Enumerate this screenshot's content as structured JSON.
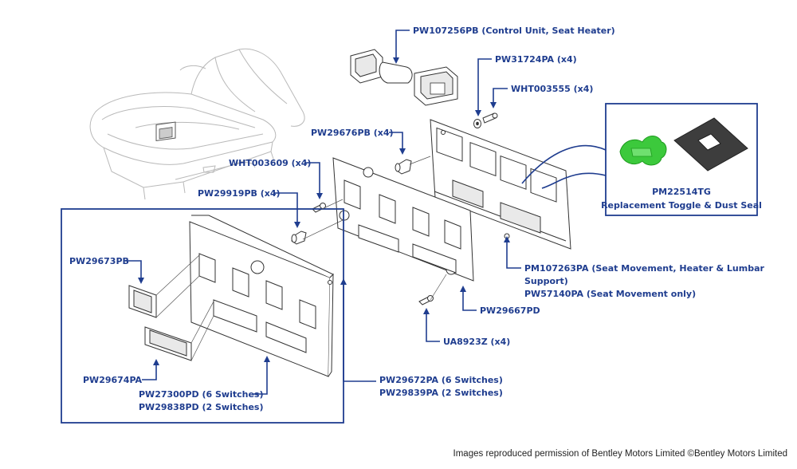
{
  "labels": {
    "control_unit": "PW107256PB (Control Unit, Seat Heater)",
    "pw31724pa": "PW31724PA (x4)",
    "wht003555": "WHT003555 (x4)",
    "pw29676pb": "PW29676PB (x4)",
    "wht003609": "WHT003609 (x4)",
    "pw29919pb": "PW29919PB (x4)",
    "pw29673pb": "PW29673PB",
    "pw29674pa": "PW29674PA",
    "pw27300pd": "PW27300PD (6 Switches)",
    "pw29838pd": "PW29838PD (2 Switches)",
    "pw29672pa": "PW29672PA (6 Switches)",
    "pw29839pa": "PW29839PA (2 Switches)",
    "pw29667pd": "PW29667PD",
    "ua8923z": "UA8923Z (x4)",
    "pm107263pa_line1": "PM107263PA (Seat Movement, Heater & Lumbar",
    "pm107263pa_line2": "Support)",
    "pw57140pa": "PW57140PA (Seat Movement only)"
  },
  "inset": {
    "part": "PM22514TG",
    "caption": "Replacement Toggle & Dust Seal"
  },
  "credit": "Images reproduced permission of Bentley Motors Limited ©Bentley Motors Limited",
  "colors": {
    "label": "#1f3d8f",
    "leader": "#1f3d8f",
    "toggle_green": "#3cc93c",
    "dust_seal": "#3d3d3d"
  }
}
